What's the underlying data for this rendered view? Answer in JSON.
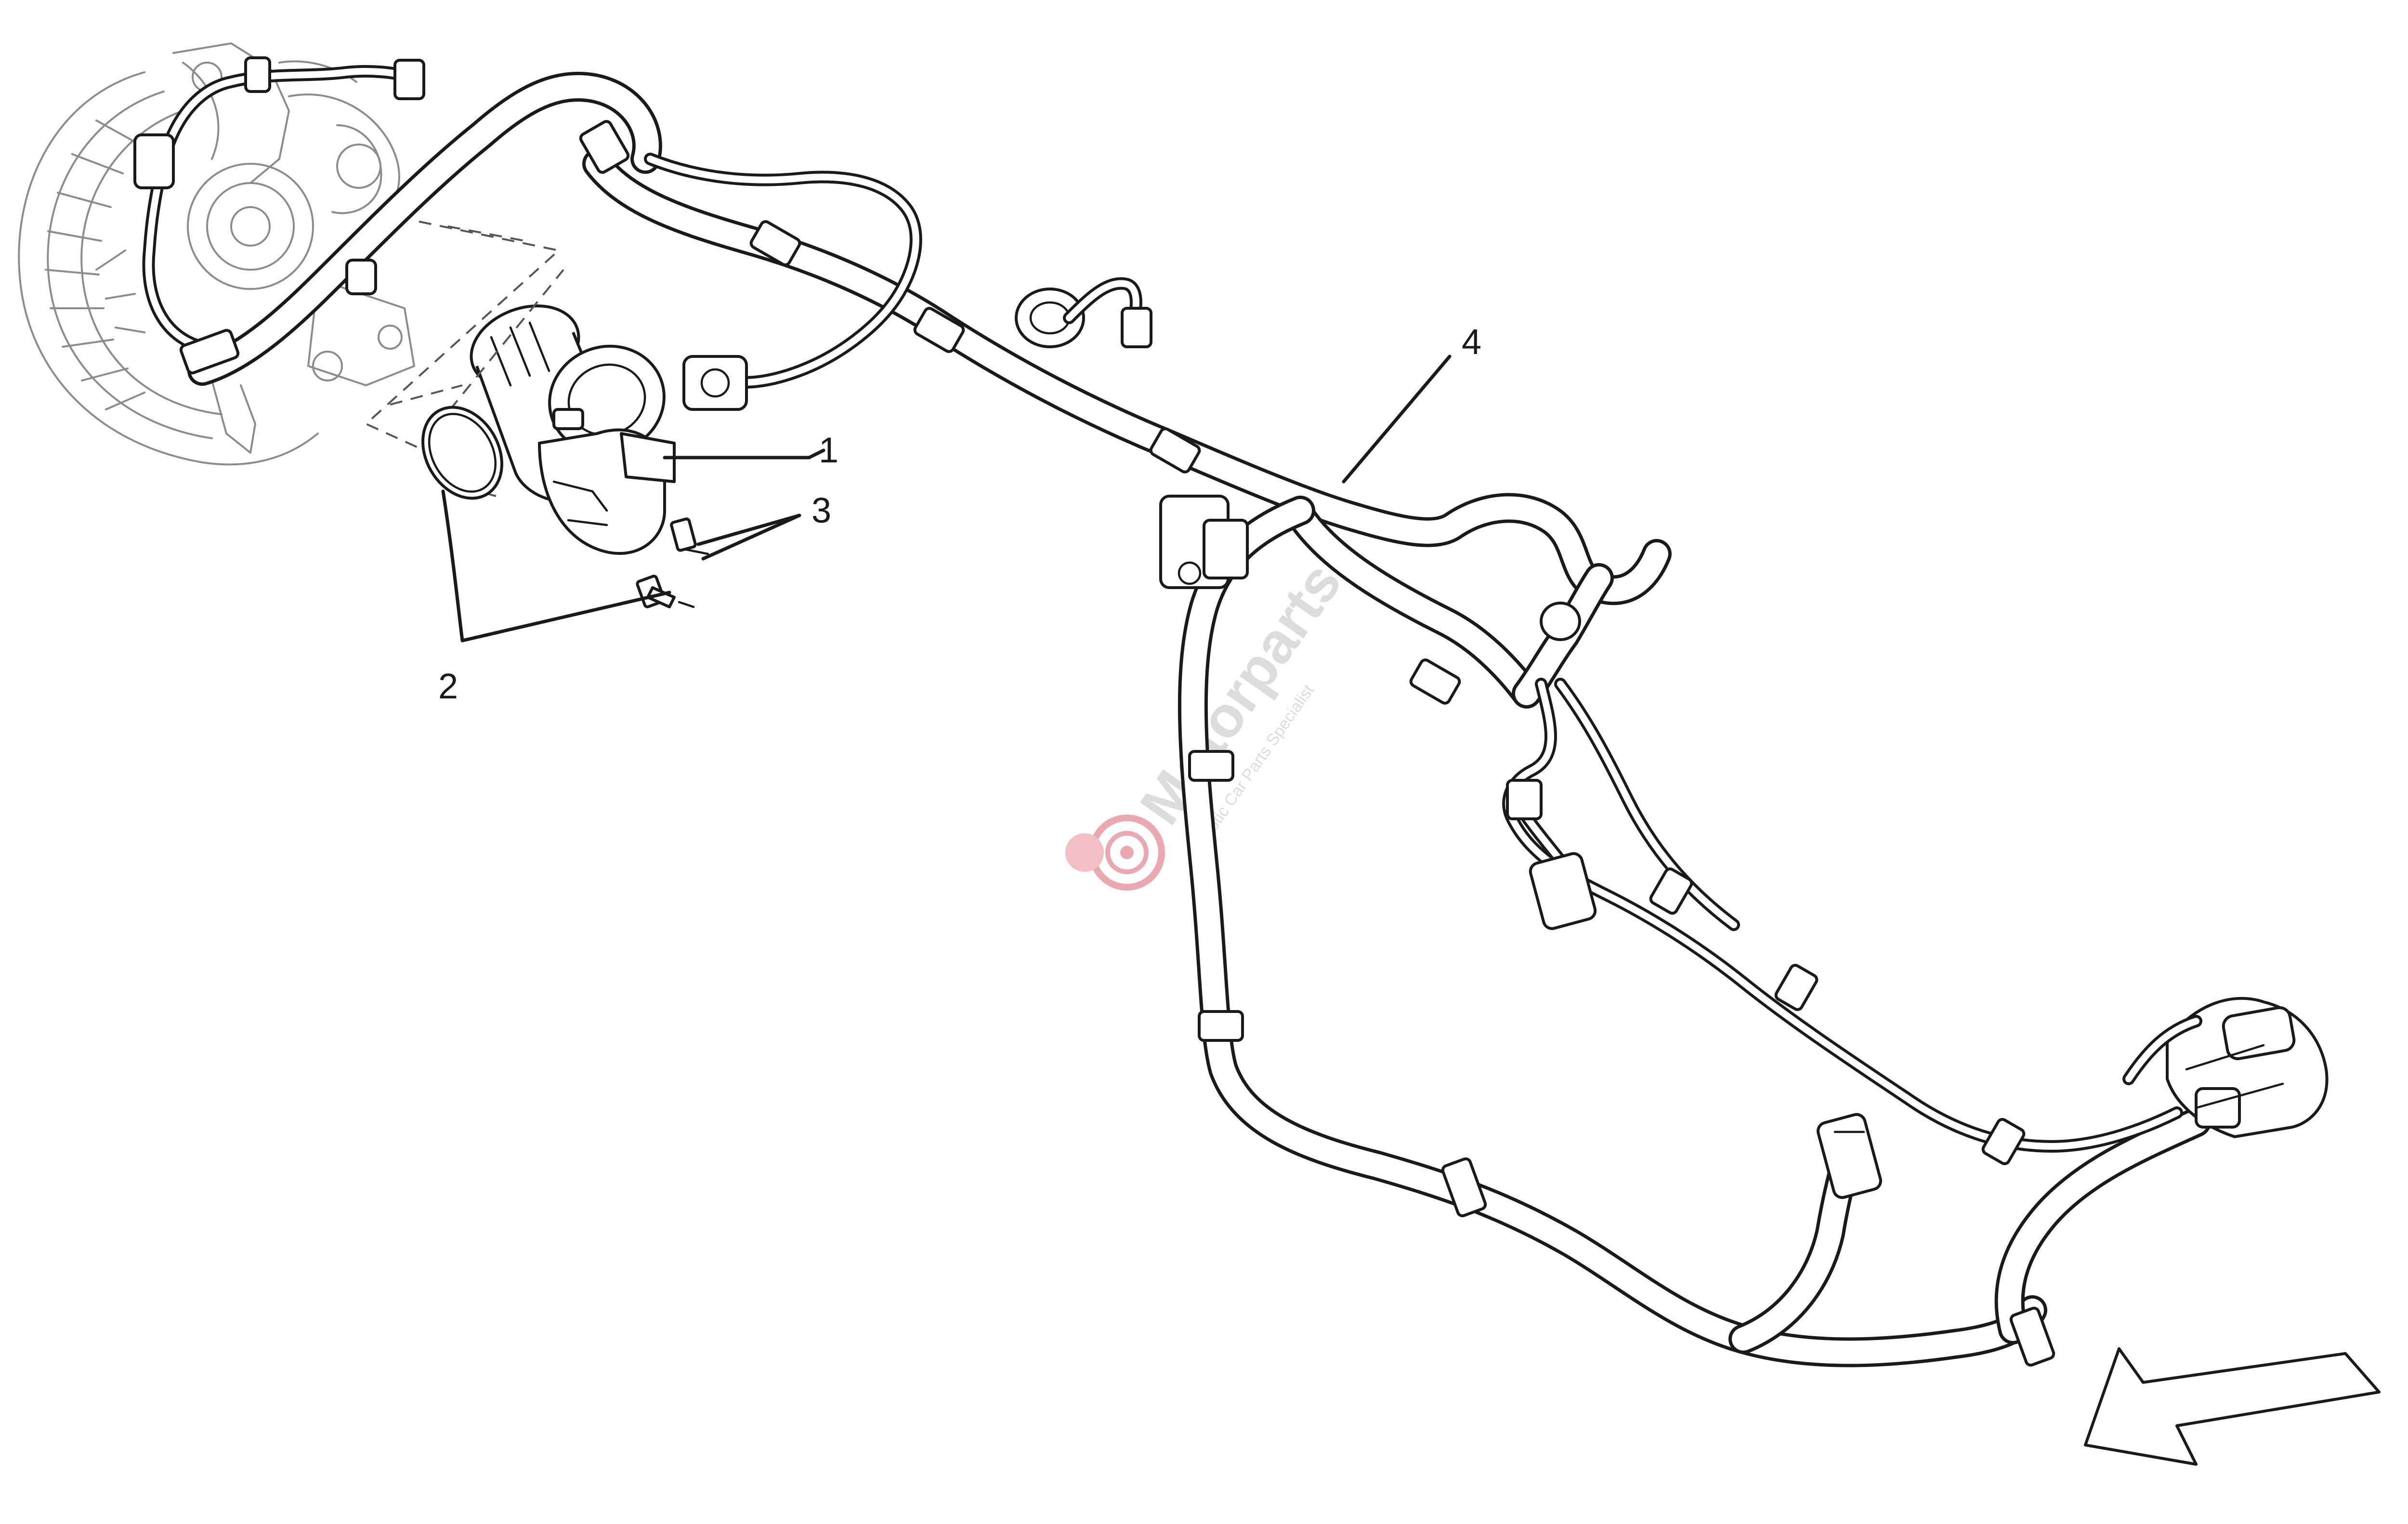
{
  "callouts": {
    "c1": "1",
    "c2": "2",
    "c3": "3",
    "c4": "4"
  },
  "watermark": {
    "brand": "Motorparts",
    "tagline": "Exotic Car Parts Specialist",
    "logo_color": "#e8a0a8"
  },
  "icons": {
    "direction_arrow": "direction-arrow-icon",
    "watermark_logo": "gear-logo-icon"
  }
}
